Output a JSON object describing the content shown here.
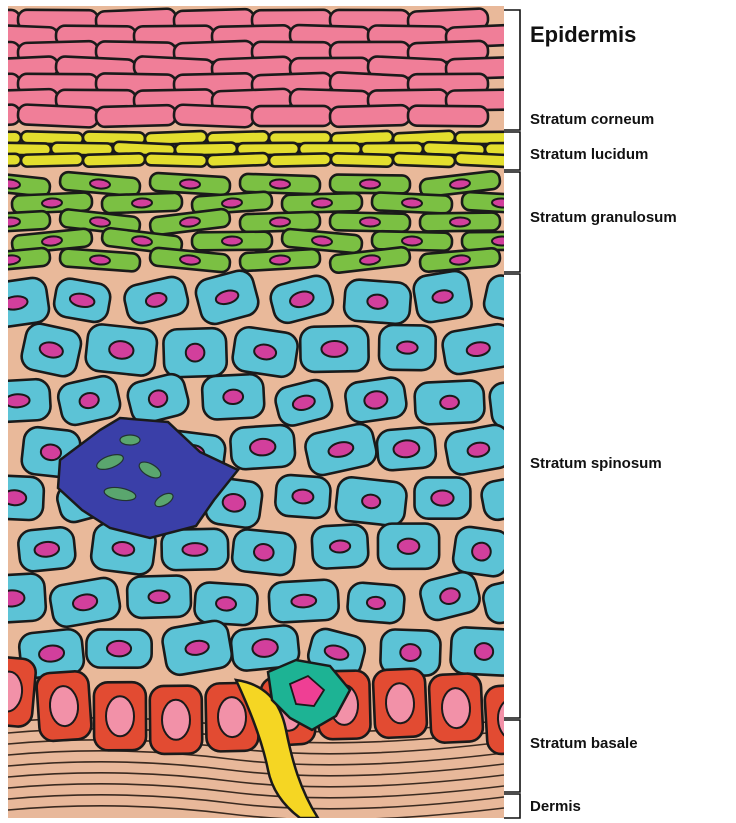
{
  "diagram": {
    "title": "Epidermis",
    "layers": [
      {
        "label": "Stratum corneum"
      },
      {
        "label": "Stratum lucidum"
      },
      {
        "label": "Stratum granulosum"
      },
      {
        "label": "Stratum spinosum"
      },
      {
        "label": "Stratum basale"
      },
      {
        "label": "Dermis"
      }
    ]
  },
  "colors": {
    "background": "#e9b99a",
    "corneum": "#f07e98",
    "lucidum": "#e3de2e",
    "granulosum": "#7bc043",
    "spinosum": "#5cc3d6",
    "nucleus": "#d23f9c",
    "basale": "#e24b32",
    "basale_nucleus": "#f291a8",
    "melanocyte": "#1db394",
    "nerve": "#f5d623",
    "langerhans": "#3a3fa8",
    "outline": "#1a1a1a"
  }
}
